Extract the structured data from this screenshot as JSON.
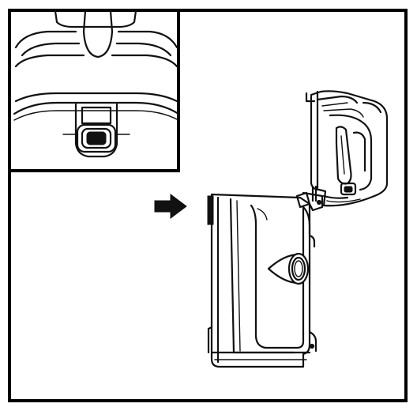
{
  "figure": {
    "kind": "instruction-illustration",
    "has_text": false,
    "colors": {
      "line": "#111111",
      "background": "#ffffff",
      "fill": "#111111"
    },
    "icons": [
      "outer-frame",
      "detail-inset-latch-closeup",
      "arrow-right-icon",
      "dust-canister-body",
      "canister-lid-opened",
      "cyclone-inlet"
    ]
  }
}
